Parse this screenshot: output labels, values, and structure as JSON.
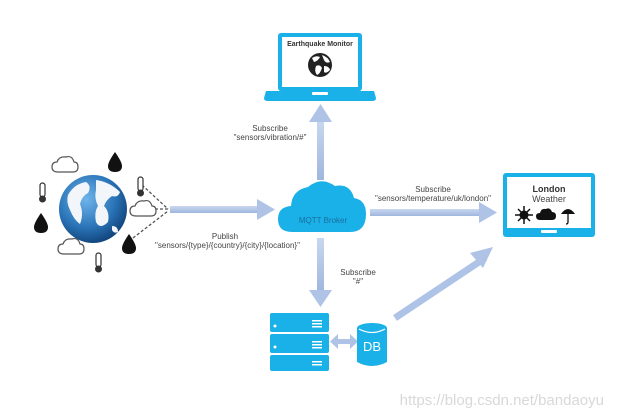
{
  "diagram": {
    "nodes": {
      "earthquake_monitor": {
        "title": "Earthquake Monitor",
        "icon": "globe-icon"
      },
      "mqtt_broker": {
        "label": "MQTT Broker",
        "icon": "cloud-icon"
      },
      "london_weather": {
        "title": "London",
        "subtitle": "Weather",
        "icons": [
          "sun-icon",
          "cloud-icon",
          "umbrella-icon"
        ]
      },
      "database": {
        "label": "DB",
        "icon": "database-icon"
      },
      "servers": {
        "icon": "server-stack-icon",
        "count": 3
      },
      "earth_sensors": {
        "icon": "earth-globe-icon",
        "sensors": [
          "cloud-icon",
          "drop-icon",
          "thermometer-icon"
        ]
      }
    },
    "edges": {
      "publish": {
        "action": "Publish",
        "topic": "\"sensors/{type}/{country}/{city}/{location}\""
      },
      "subscribe_vibration": {
        "action": "Subscribe",
        "topic": "\"sensors/vibration/#\""
      },
      "subscribe_temperature": {
        "action": "Subscribe",
        "topic": "\"sensors/temperature/uk/london\""
      },
      "subscribe_all": {
        "action": "Subscribe",
        "topic": "\"#\""
      }
    },
    "colors": {
      "accent": "#1ab0e8",
      "arrow": "#aec3e6",
      "dark": "#111111",
      "globe": "#2a74b8"
    }
  },
  "watermark": "https://blog.csdn.net/bandaoyu"
}
